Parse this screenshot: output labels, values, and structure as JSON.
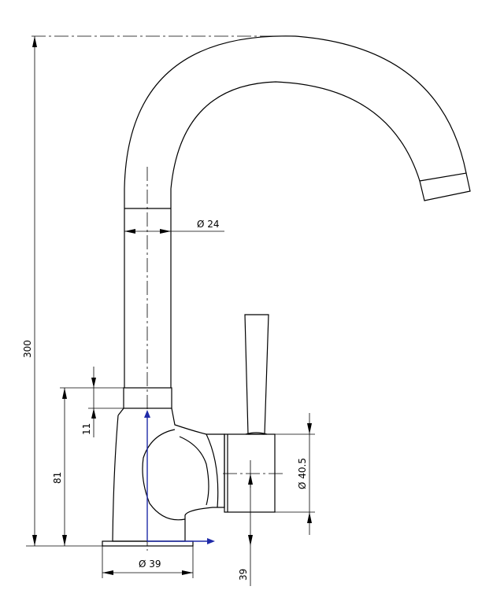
{
  "dimensions": {
    "total_height": "300",
    "body_height": "81",
    "collar_height": "11",
    "spout_diameter": "Ø 24",
    "handle_diameter": "Ø 40.5",
    "base_diameter": "Ø 39",
    "handle_axis_height": "39"
  },
  "colors": {
    "line": "#000000",
    "axis": "#1f2aa8"
  }
}
